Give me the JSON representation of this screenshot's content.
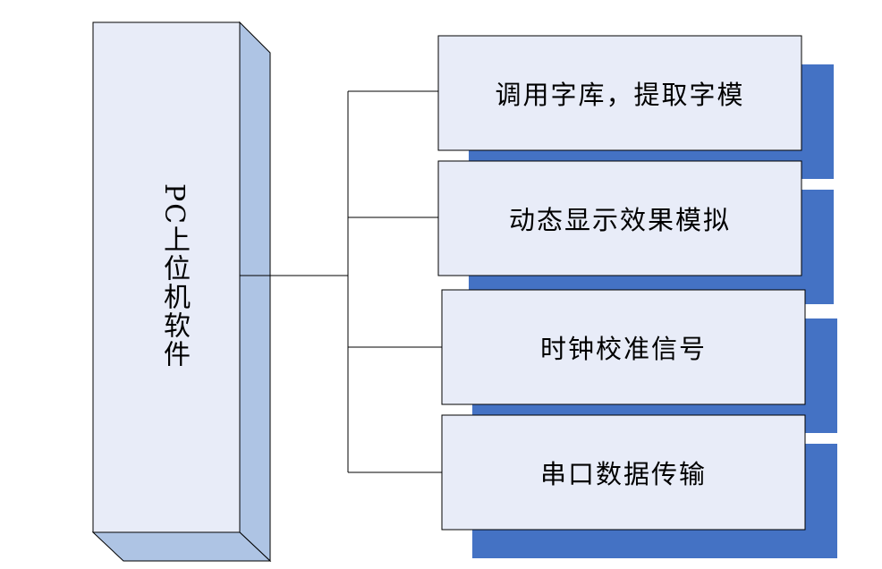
{
  "main_block": {
    "label": "PC上位机软件"
  },
  "modules": [
    {
      "label": "调用字库，提取字模"
    },
    {
      "label": "动态显示效果模拟"
    },
    {
      "label": "时钟校准信号"
    },
    {
      "label": "串口数据传输"
    }
  ],
  "colors": {
    "block_face": "#e8ecf8",
    "block_side": "#aec4e4",
    "shadow": "#4472c4",
    "stroke": "#000000"
  }
}
